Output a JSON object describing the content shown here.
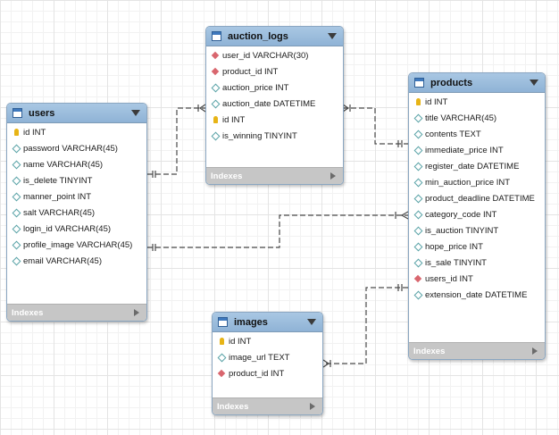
{
  "tables": {
    "users": {
      "name": "users",
      "columns": [
        {
          "text": "id INT",
          "kind": "pk"
        },
        {
          "text": "password VARCHAR(45)",
          "kind": "column"
        },
        {
          "text": "name VARCHAR(45)",
          "kind": "column"
        },
        {
          "text": "is_delete TINYINT",
          "kind": "column"
        },
        {
          "text": "manner_point INT",
          "kind": "column"
        },
        {
          "text": "salt VARCHAR(45)",
          "kind": "column"
        },
        {
          "text": "login_id VARCHAR(45)",
          "kind": "column"
        },
        {
          "text": "profile_image VARCHAR(45)",
          "kind": "column"
        },
        {
          "text": "email VARCHAR(45)",
          "kind": "column"
        }
      ],
      "footer": "Indexes"
    },
    "auction_logs": {
      "name": "auction_logs",
      "columns": [
        {
          "text": "user_id VARCHAR(30)",
          "kind": "fk"
        },
        {
          "text": "product_id INT",
          "kind": "fk"
        },
        {
          "text": "auction_price INT",
          "kind": "column"
        },
        {
          "text": "auction_date DATETIME",
          "kind": "column"
        },
        {
          "text": "id INT",
          "kind": "pk"
        },
        {
          "text": "is_winning TINYINT",
          "kind": "column"
        }
      ],
      "footer": "Indexes"
    },
    "products": {
      "name": "products",
      "columns": [
        {
          "text": "id INT",
          "kind": "pk"
        },
        {
          "text": "title VARCHAR(45)",
          "kind": "column"
        },
        {
          "text": "contents TEXT",
          "kind": "column"
        },
        {
          "text": "immediate_price INT",
          "kind": "column"
        },
        {
          "text": "register_date DATETIME",
          "kind": "column"
        },
        {
          "text": "min_auction_price INT",
          "kind": "column"
        },
        {
          "text": "product_deadline DATETIME",
          "kind": "column"
        },
        {
          "text": "category_code INT",
          "kind": "column"
        },
        {
          "text": "is_auction TINYINT",
          "kind": "column"
        },
        {
          "text": "hope_price INT",
          "kind": "column"
        },
        {
          "text": "is_sale TINYINT",
          "kind": "column"
        },
        {
          "text": "users_id INT",
          "kind": "fk"
        },
        {
          "text": "extension_date DATETIME",
          "kind": "column"
        }
      ],
      "footer": "Indexes"
    },
    "images": {
      "name": "images",
      "columns": [
        {
          "text": "id INT",
          "kind": "pk"
        },
        {
          "text": "image_url TEXT",
          "kind": "column"
        },
        {
          "text": "product_id INT",
          "kind": "fk"
        }
      ],
      "footer": "Indexes"
    }
  },
  "relationships": [
    {
      "from": "users",
      "to": "auction_logs",
      "from_end": "one",
      "to_end": "many"
    },
    {
      "from": "products",
      "to": "auction_logs",
      "from_end": "one",
      "to_end": "many"
    },
    {
      "from": "users",
      "to": "products",
      "from_end": "one",
      "to_end": "many"
    },
    {
      "from": "products",
      "to": "images",
      "from_end": "one",
      "to_end": "many"
    }
  ],
  "colors": {
    "header": "#9dbfdf",
    "line": "#4a4a4a",
    "pk_icon": "#e7b416",
    "fk_icon": "#d9666e",
    "column_icon": "#58a2a6",
    "footer": "#c6c6c6"
  }
}
